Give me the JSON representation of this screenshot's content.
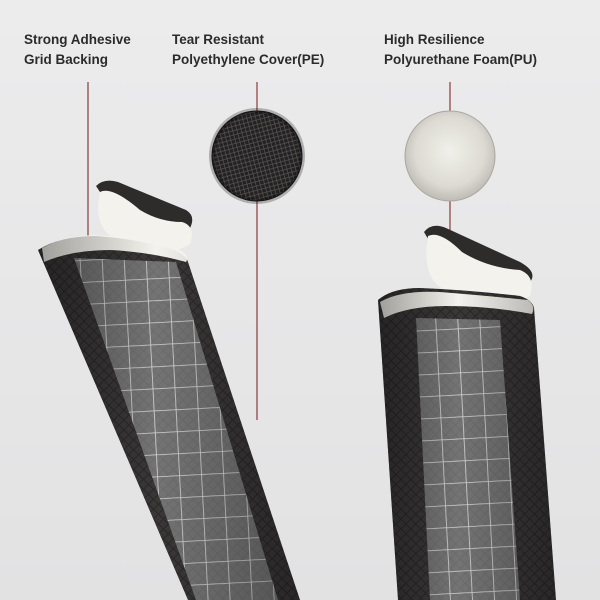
{
  "labels": {
    "adhesive": {
      "line1": "Strong Adhesive",
      "line2": "Grid Backing"
    },
    "pe": {
      "line1": "Tear Resistant",
      "line2": "Polyethylene Cover(PE)"
    },
    "pu": {
      "line1": "High Resilience",
      "line2": "Polyurethane Foam(PU)"
    }
  },
  "colors": {
    "background": "#e9e9ea",
    "strip_dark": "#2a2828",
    "foam_white": "#f4f2ec",
    "grid_white": "#e8e8ea",
    "leader_line": "#8a3a3a",
    "label_text": "#2b2b2b"
  }
}
